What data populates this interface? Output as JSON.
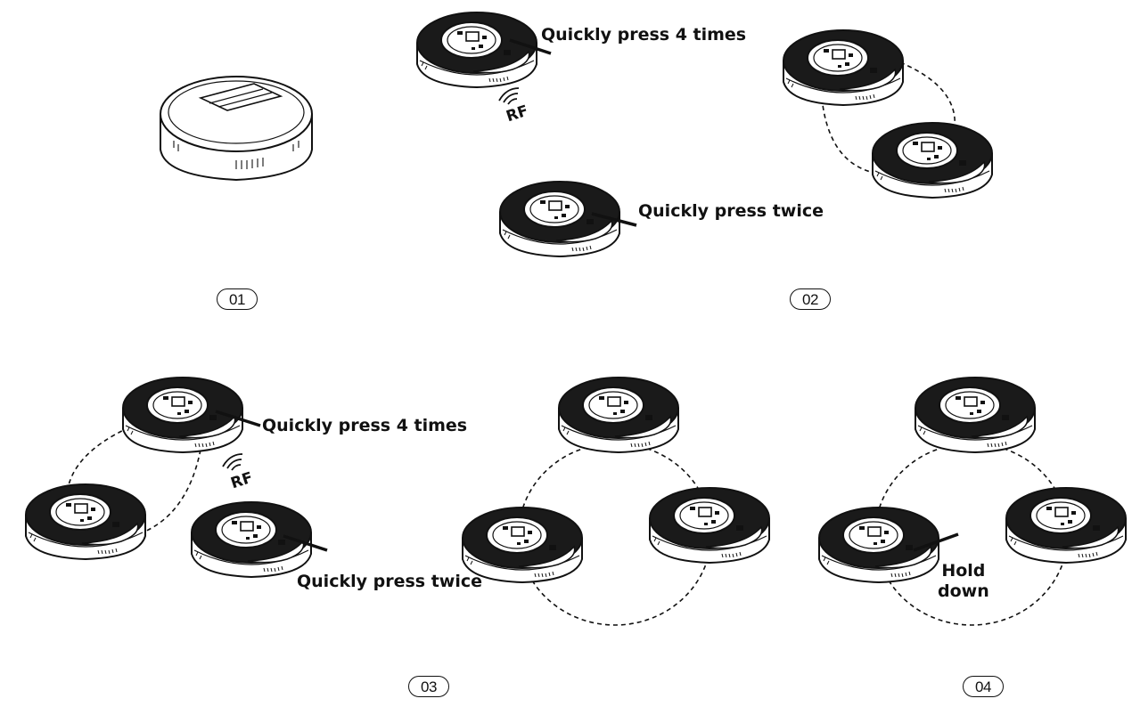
{
  "labels": {
    "press4_a": "Quickly press 4 times",
    "press2_a": "Quickly press twice",
    "press4_b": "Quickly press 4 times",
    "press2_b": "Quickly press twice",
    "hold_line1": "Hold",
    "hold_line2": "down",
    "rf_a": "RF",
    "rf_b": "RF"
  },
  "steps": {
    "s01": "01",
    "s02": "02",
    "s03": "03",
    "s04": "04"
  },
  "icons": [
    "smoke-detector-icon",
    "smoke-detector-base-icon",
    "rf-signal-icon",
    "press-arrow-icon"
  ]
}
